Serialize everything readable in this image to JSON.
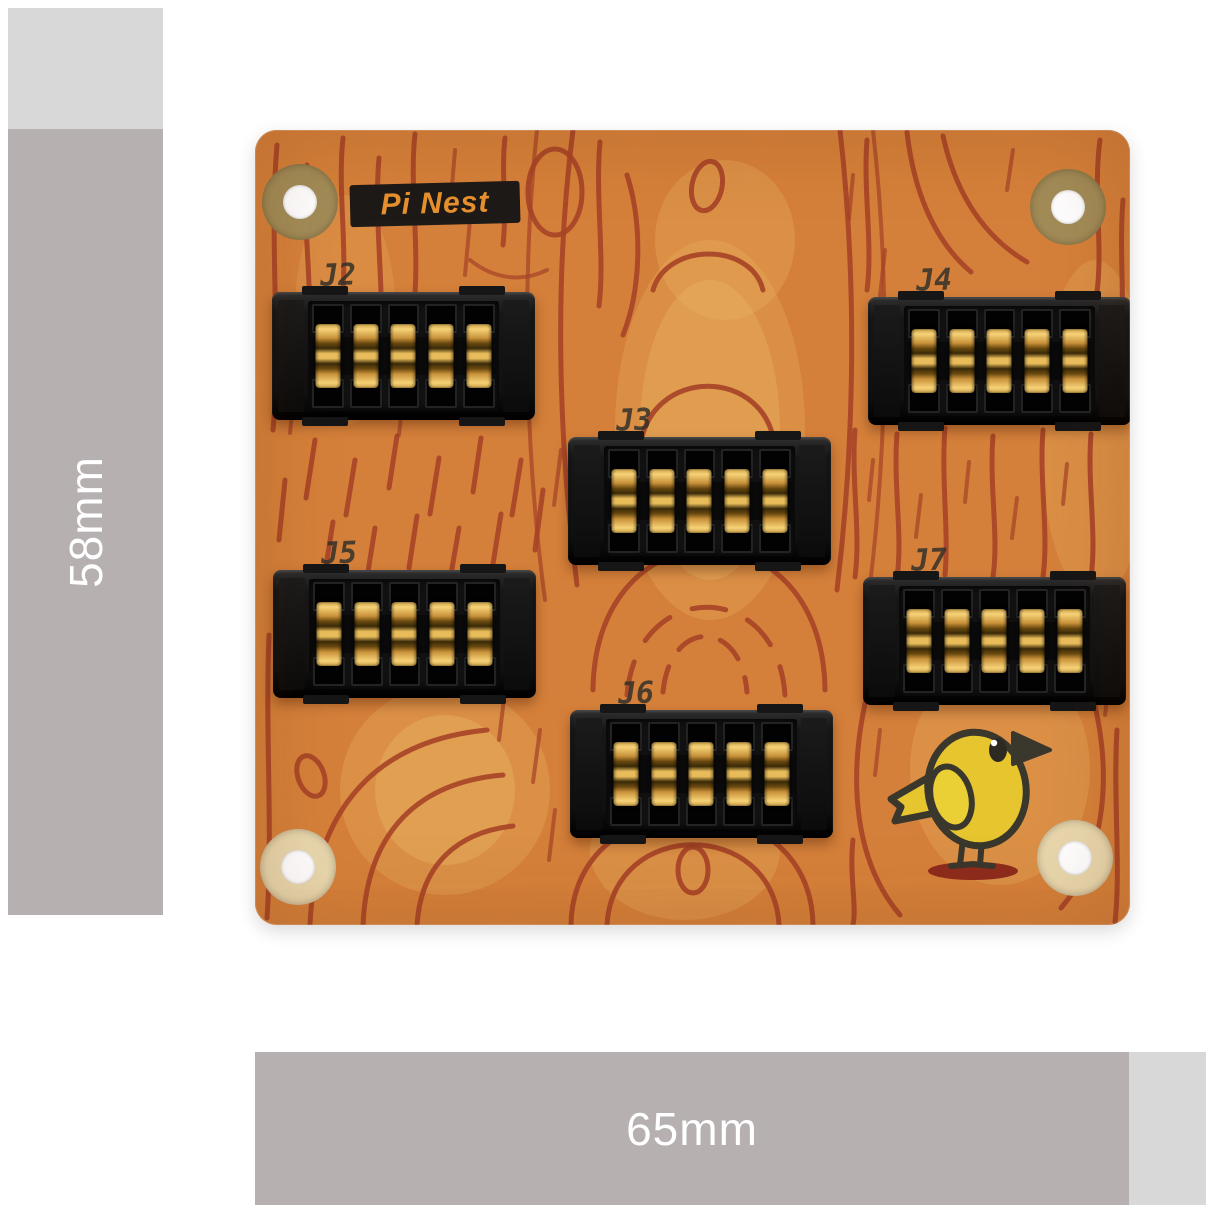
{
  "dimension_annotations": {
    "height_label": "58mm",
    "width_label": "65mm"
  },
  "board": {
    "title": "Pi Nest",
    "connectors": [
      {
        "label": "J2"
      },
      {
        "label": "J4"
      },
      {
        "label": "J3"
      },
      {
        "label": "J5"
      },
      {
        "label": "J7"
      },
      {
        "label": "J6"
      }
    ],
    "logo": "bird-logo",
    "mounting_hole_count": 4
  },
  "colors": {
    "pcb_orange": "#d5803a",
    "pcb_light": "#ecb765",
    "grain_red": "#a64327",
    "bar_gray": "#b6b0b1",
    "bar_light_gray": "#d9d8d8",
    "dimension_text": "#ffffff",
    "title_text_orange": "#e6902f",
    "title_bg_black": "#1d1a17",
    "silkscreen_dark": "#33312a",
    "contact_gold": "#d9a23e",
    "hole_ring_brass": "#a28c57",
    "hole_ring_cream": "#e9d7ad",
    "bird_yellow": "#e6c52f",
    "bird_wing": "#eacf35",
    "bird_outline": "#3a372c",
    "perch_red": "#8e2c1c"
  }
}
